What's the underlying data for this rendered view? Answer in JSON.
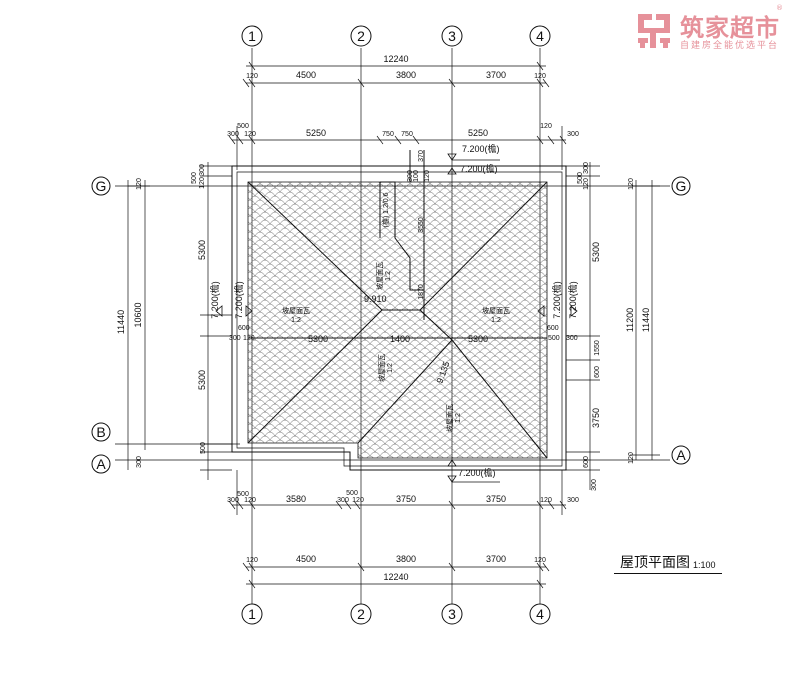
{
  "watermark": {
    "brand": "筑家超市",
    "tagline": "自建房全能优选平台",
    "registered": "®"
  },
  "title": {
    "text": "屋顶平面图",
    "scale": "1:100"
  },
  "axes": {
    "top": [
      "1",
      "2",
      "3",
      "4"
    ],
    "bottom": [
      "1",
      "2",
      "3",
      "4"
    ],
    "left": [
      "G",
      "B",
      "A"
    ],
    "right": [
      "G",
      "A"
    ]
  },
  "dims": {
    "top_total": "12240",
    "top_spans": [
      "120",
      "4500",
      "3800",
      "3700",
      "120"
    ],
    "top_row2": [
      "500",
      "300",
      "120",
      "5250",
      "750",
      "750",
      "5250",
      "120",
      "300"
    ],
    "bottom_total": "12240",
    "bottom_spans": [
      "120",
      "4500",
      "3800",
      "3700",
      "120"
    ],
    "bottom_row2": [
      "500",
      "300",
      "120",
      "3580",
      "500",
      "300",
      "120",
      "3750",
      "3750",
      "120",
      "300"
    ],
    "left_total": "11440",
    "left_inner": "10600",
    "left_spans": [
      "5300",
      "5300"
    ],
    "left_small": [
      "500",
      "300",
      "120",
      "120",
      "300",
      "500",
      "600",
      "300",
      "120"
    ],
    "right_total": "11440",
    "right_inner": "11200",
    "right_spans": [
      "5300",
      "1550",
      "600",
      "3750"
    ],
    "right_small": [
      "500",
      "300",
      "120",
      "600",
      "500",
      "300",
      "120",
      "600",
      "300",
      "120"
    ]
  },
  "annotations": {
    "elev_top": "7.200(檐)",
    "elev_top2": "7.200(檐)",
    "elev_bottom": "7.200(檐)",
    "elev_left": "7.200(檐)",
    "elev_left2": "7.200(檐)",
    "elev_right": "7.200(檐)",
    "elev_right2": "7.200(檐)",
    "ridge_1": "9.910",
    "ridge_2": "9.135",
    "mid_spans": [
      "5300",
      "1400",
      "5300"
    ],
    "dim_370": "370",
    "dim_3550": "3550",
    "dim_1870": "1870",
    "dim_300": "300",
    "dim_100": "100",
    "dim_120": "120",
    "slope_label": "坡屋面瓦",
    "slope_ratio": "1:2",
    "opening_label": "(檐) 1.2/0.6"
  }
}
